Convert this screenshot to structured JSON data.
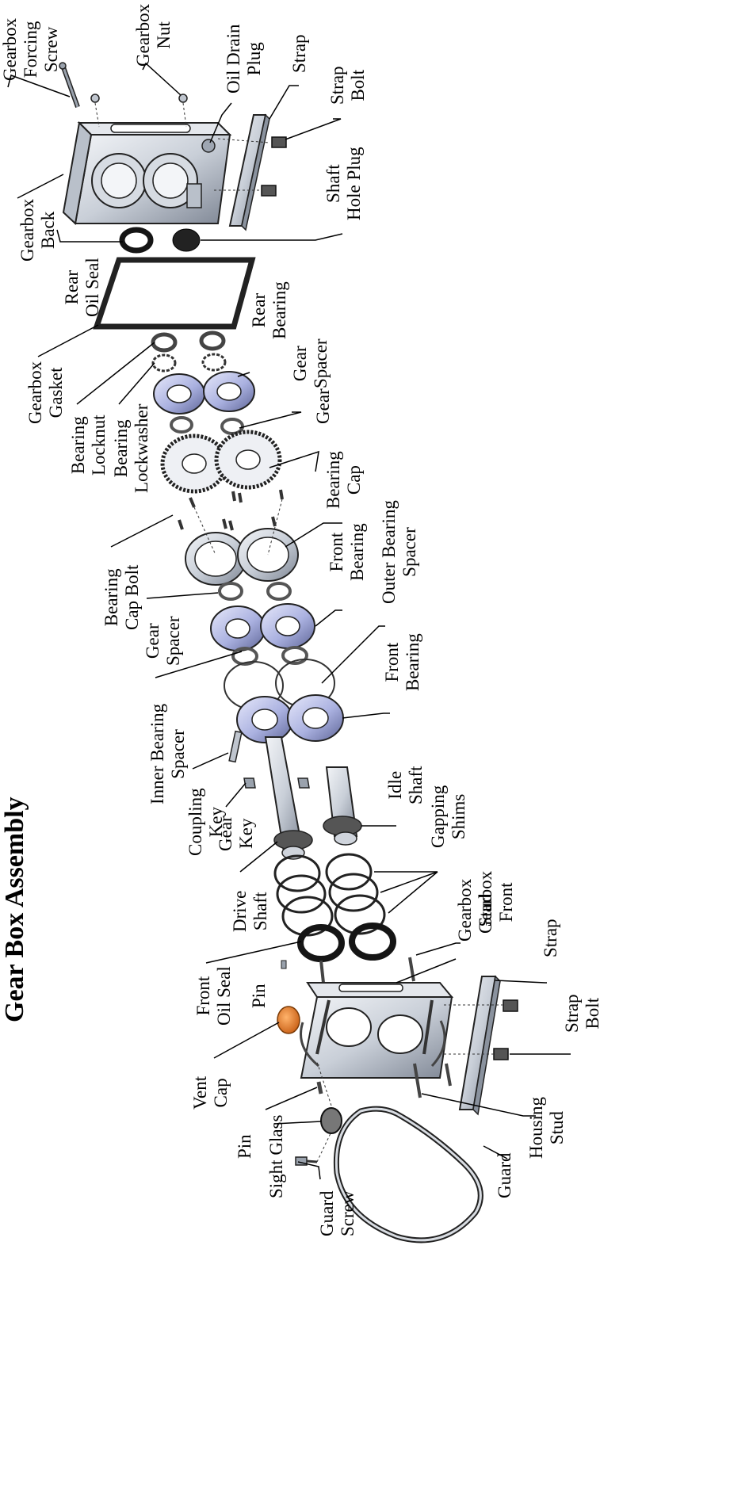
{
  "title": "Gear Box Assembly",
  "labels": {
    "gearbox_forcing_screw": [
      "Gearbox",
      "Forcing",
      "Screw"
    ],
    "gearbox_nut": [
      "Gearbox",
      "Nut"
    ],
    "oil_drain_plug": [
      "Oil Drain",
      "Plug"
    ],
    "strap_top": [
      "Strap"
    ],
    "strap_bolt_top": [
      "Strap",
      "Bolt"
    ],
    "shaft_hole_plug": [
      "Shaft",
      "Hole Plug"
    ],
    "gearbox_back": [
      "Gearbox",
      "Back"
    ],
    "rear_oil_seal": [
      "Rear",
      "Oil Seal"
    ],
    "rear_bearing": [
      "Rear",
      "Bearing"
    ],
    "gearbox_gasket": [
      "Gearbox",
      "Gasket"
    ],
    "gear_spacer_top": [
      "Gear",
      "Spacer"
    ],
    "bearing_locknut": [
      "Bearing",
      "Locknut"
    ],
    "bearing_lockwasher": [
      "Bearing",
      "Lockwasher"
    ],
    "gear": [
      "Gear"
    ],
    "bearing_cap": [
      "Bearing",
      "Cap"
    ],
    "bearing_cap_bolt": [
      "Bearing",
      "Cap Bolt"
    ],
    "front_bearing_top": [
      "Front",
      "Bearing"
    ],
    "outer_bearing_spacer": [
      "Outer Bearing",
      "Spacer"
    ],
    "gear_spacer_mid": [
      "Gear",
      "Spacer"
    ],
    "front_bearing_mid": [
      "Front",
      "Bearing"
    ],
    "inner_bearing_spacer": [
      "Inner Bearing",
      "Spacer"
    ],
    "coupling_key": [
      "Coupling",
      "Key"
    ],
    "idle_shaft": [
      "Idle",
      "Shaft"
    ],
    "gear_key": [
      "Gear",
      "Key"
    ],
    "gapping_shims": [
      "Gapping",
      "Shims"
    ],
    "drive_shaft": [
      "Drive",
      "Shaft"
    ],
    "gearbox_stud": [
      "Gearbox",
      "Stud"
    ],
    "gearbox_front": [
      "Gearbox",
      "Front"
    ],
    "strap_bottom": [
      "Strap"
    ],
    "front_oil_seal": [
      "Front",
      "Oil Seal"
    ],
    "pin_top": [
      "Pin"
    ],
    "strap_bolt_bottom": [
      "Strap",
      "Bolt"
    ],
    "vent_cap": [
      "Vent",
      "Cap"
    ],
    "pin_bottom": [
      "Pin"
    ],
    "housing_stud": [
      "Housing",
      "Stud"
    ],
    "sight_glass": [
      "Sight Glass"
    ],
    "guard_screw": [
      "Guard",
      "Screw"
    ],
    "guard": [
      "Guard"
    ]
  },
  "colors": {
    "metal": "#c9cfd8",
    "metal_dark": "#8a929e",
    "bearing": "#b9bfe6",
    "vent_cap": "#e0761c",
    "rubber": "#151515",
    "gasket": "#2a2a2a"
  }
}
